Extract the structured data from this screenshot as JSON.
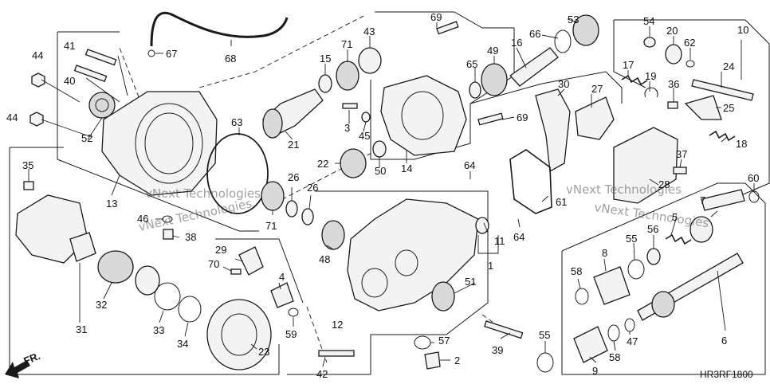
{
  "diagram": {
    "diagram_code": "HR3RF1800",
    "direction_label": "FR.",
    "watermark": "vNext Technologies",
    "callouts": [
      {
        "id": "c1",
        "label": "1"
      },
      {
        "id": "c2",
        "label": "2"
      },
      {
        "id": "c3",
        "label": "3"
      },
      {
        "id": "c4",
        "label": "4"
      },
      {
        "id": "c5",
        "label": "5"
      },
      {
        "id": "c6",
        "label": "6"
      },
      {
        "id": "c7",
        "label": "7"
      },
      {
        "id": "c8",
        "label": "8"
      },
      {
        "id": "c9",
        "label": "9"
      },
      {
        "id": "c10",
        "label": "10"
      },
      {
        "id": "c11",
        "label": "11"
      },
      {
        "id": "c12",
        "label": "12"
      },
      {
        "id": "c13",
        "label": "13"
      },
      {
        "id": "c14",
        "label": "14"
      },
      {
        "id": "c15",
        "label": "15"
      },
      {
        "id": "c16",
        "label": "16"
      },
      {
        "id": "c17",
        "label": "17"
      },
      {
        "id": "c18",
        "label": "18"
      },
      {
        "id": "c19",
        "label": "19"
      },
      {
        "id": "c20",
        "label": "20"
      },
      {
        "id": "c21",
        "label": "21"
      },
      {
        "id": "c22",
        "label": "22"
      },
      {
        "id": "c23",
        "label": "23"
      },
      {
        "id": "c24",
        "label": "24"
      },
      {
        "id": "c25",
        "label": "25"
      },
      {
        "id": "c26a",
        "label": "26"
      },
      {
        "id": "c26b",
        "label": "26"
      },
      {
        "id": "c27",
        "label": "27"
      },
      {
        "id": "c28",
        "label": "28"
      },
      {
        "id": "c29",
        "label": "29"
      },
      {
        "id": "c30",
        "label": "30"
      },
      {
        "id": "c31",
        "label": "31"
      },
      {
        "id": "c32",
        "label": "32"
      },
      {
        "id": "c33",
        "label": "33"
      },
      {
        "id": "c34",
        "label": "34"
      },
      {
        "id": "c35",
        "label": "35"
      },
      {
        "id": "c36",
        "label": "36"
      },
      {
        "id": "c37",
        "label": "37"
      },
      {
        "id": "c38",
        "label": "38"
      },
      {
        "id": "c39",
        "label": "39"
      },
      {
        "id": "c40",
        "label": "40"
      },
      {
        "id": "c41",
        "label": "41"
      },
      {
        "id": "c42",
        "label": "42"
      },
      {
        "id": "c43",
        "label": "43"
      },
      {
        "id": "c44a",
        "label": "44"
      },
      {
        "id": "c44b",
        "label": "44"
      },
      {
        "id": "c45",
        "label": "45"
      },
      {
        "id": "c46",
        "label": "46"
      },
      {
        "id": "c47",
        "label": "47"
      },
      {
        "id": "c48",
        "label": "48"
      },
      {
        "id": "c49",
        "label": "49"
      },
      {
        "id": "c50",
        "label": "50"
      },
      {
        "id": "c51",
        "label": "51"
      },
      {
        "id": "c52",
        "label": "52"
      },
      {
        "id": "c53",
        "label": "53"
      },
      {
        "id": "c54",
        "label": "54"
      },
      {
        "id": "c55a",
        "label": "55"
      },
      {
        "id": "c55b",
        "label": "55"
      },
      {
        "id": "c56",
        "label": "56"
      },
      {
        "id": "c57",
        "label": "57"
      },
      {
        "id": "c58a",
        "label": "58"
      },
      {
        "id": "c58b",
        "label": "58"
      },
      {
        "id": "c59",
        "label": "59"
      },
      {
        "id": "c60",
        "label": "60"
      },
      {
        "id": "c61",
        "label": "61"
      },
      {
        "id": "c62",
        "label": "62"
      },
      {
        "id": "c63",
        "label": "63"
      },
      {
        "id": "c64a",
        "label": "64"
      },
      {
        "id": "c64b",
        "label": "64"
      },
      {
        "id": "c65",
        "label": "65"
      },
      {
        "id": "c66",
        "label": "66"
      },
      {
        "id": "c67",
        "label": "67"
      },
      {
        "id": "c68",
        "label": "68"
      },
      {
        "id": "c69a",
        "label": "69"
      },
      {
        "id": "c69b",
        "label": "69"
      },
      {
        "id": "c70",
        "label": "70"
      },
      {
        "id": "c71a",
        "label": "71"
      },
      {
        "id": "c71b",
        "label": "71"
      }
    ]
  }
}
